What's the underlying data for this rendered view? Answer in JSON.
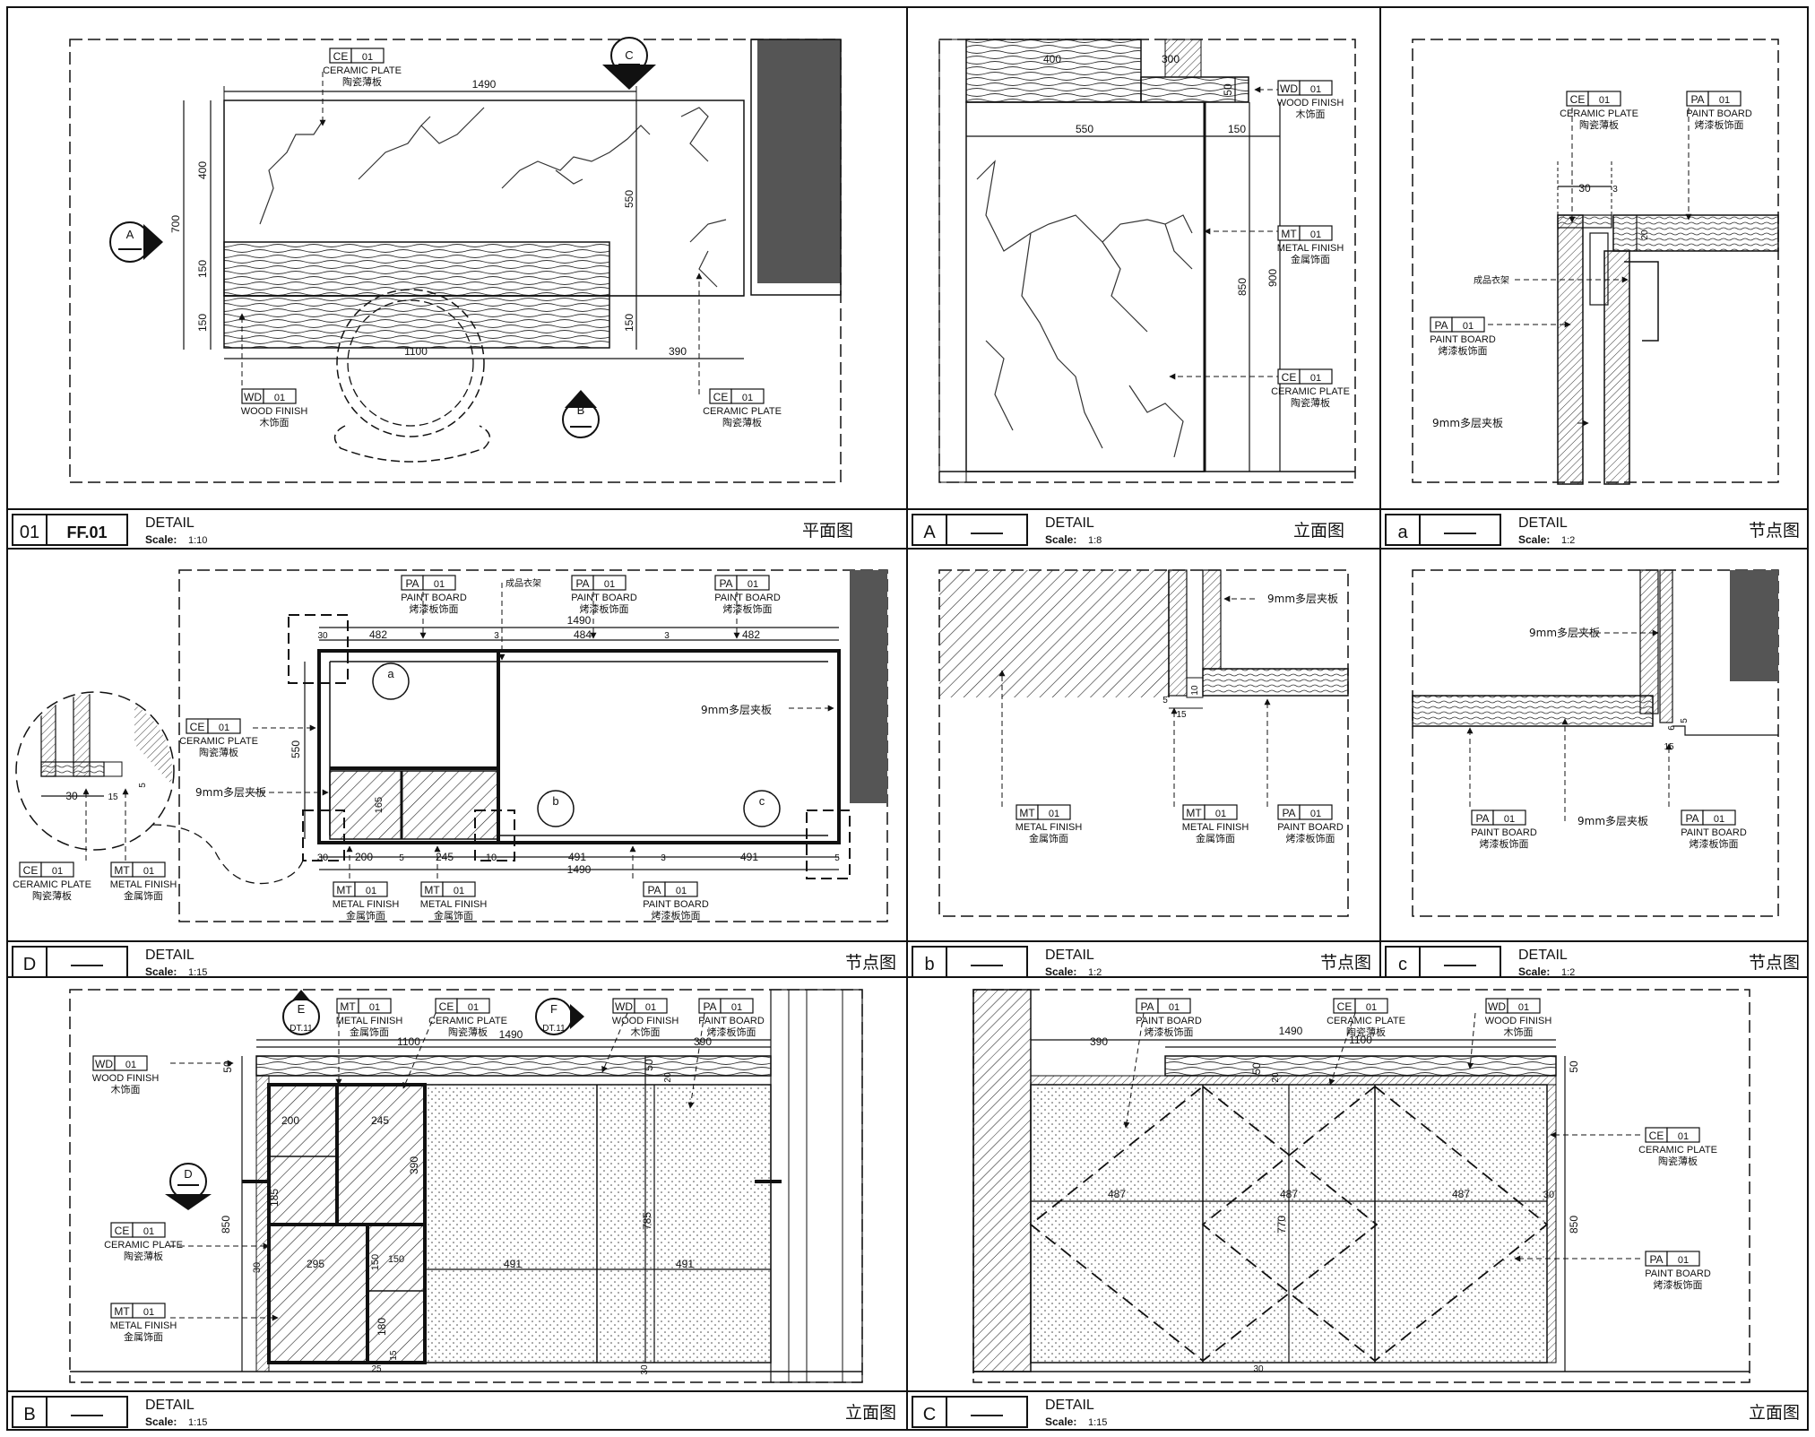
{
  "tags": {
    "ce": {
      "code": "CE",
      "num": "01",
      "en": "CERAMIC PLATE",
      "cn": "陶瓷薄板"
    },
    "pa": {
      "code": "PA",
      "num": "01",
      "en": "PAINT BOARD",
      "cn": "烤漆板饰面"
    },
    "wd": {
      "code": "WD",
      "num": "01",
      "en": "WOOD FINISH",
      "cn": "木饰面"
    },
    "mt": {
      "code": "MT",
      "num": "01",
      "en": "METAL FINISH",
      "cn": "金属饰面"
    }
  },
  "notes": {
    "plywood": "9mm多层夹板",
    "hardware": "成品衣架"
  },
  "panels": {
    "p01": {
      "id": "01",
      "ref": "FF.01",
      "title": "DETAIL",
      "scale_word": "Scale:",
      "scale": "1:10",
      "type": "平面图",
      "dims": {
        "top": "1490",
        "left_total": "700",
        "left_upper": "400",
        "left_mid": "150",
        "left_low": "150",
        "right_550": "550",
        "right_150": "150",
        "bottom": "1100",
        "right_390": "390"
      },
      "markers": {
        "a": "A",
        "b": "B",
        "c": "C"
      }
    },
    "pA": {
      "id": "A",
      "ref": "——",
      "title": "DETAIL",
      "scale_word": "Scale:",
      "scale": "1:8",
      "type": "立面图",
      "dims": {
        "d400": "400",
        "d300": "300",
        "d50": "50",
        "d550": "550",
        "d150": "150",
        "d850": "850",
        "d900": "900"
      }
    },
    "pa": {
      "id": "a",
      "ref": "——",
      "title": "DETAIL",
      "scale_word": "Scale:",
      "scale": "1:2",
      "type": "节点图",
      "dims": {
        "d30": "30",
        "d3": "3",
        "d20": "20"
      }
    },
    "pD": {
      "id": "D",
      "ref": "——",
      "title": "DETAIL",
      "scale_word": "Scale:",
      "scale": "1:15",
      "type": "节点图",
      "dims": {
        "top": "1490",
        "t482a": "482",
        "t3a": "3",
        "t484": "484",
        "t3b": "3",
        "t482b": "482",
        "t30": "30",
        "left550": "550",
        "d165": "165",
        "b30": "30",
        "b200": "200",
        "b5": "5",
        "b245": "245",
        "b10": "10",
        "b491a": "491",
        "b3": "3",
        "b491b": "491",
        "b5r": "5",
        "bottom": "1490",
        "c30": "30",
        "c15": "15",
        "c5": "5"
      },
      "bubbles": {
        "a": "a",
        "b": "b",
        "c": "c"
      }
    },
    "pb": {
      "id": "b",
      "ref": "——",
      "title": "DETAIL",
      "scale_word": "Scale:",
      "scale": "1:2",
      "type": "节点图",
      "dims": {
        "d5": "5",
        "d10": "10",
        "d15": "15"
      }
    },
    "pc": {
      "id": "c",
      "ref": "——",
      "title": "DETAIL",
      "scale_word": "Scale:",
      "scale": "1:2",
      "type": "节点图",
      "dims": {
        "d6": "6",
        "d5": "5",
        "d15": "15"
      }
    },
    "pB": {
      "id": "B",
      "ref": "——",
      "title": "DETAIL",
      "scale_word": "Scale:",
      "scale": "1:15",
      "type": "立面图",
      "dims": {
        "d1100": "1100",
        "d1490": "1490",
        "d390": "390",
        "d50": "50",
        "d50r": "50",
        "d20": "20",
        "d200": "200",
        "d245": "245",
        "d390v": "390",
        "d185": "185",
        "d850": "850",
        "d30": "30",
        "d295": "295",
        "d150a": "150",
        "d150b": "150",
        "d180": "180",
        "d491a": "491",
        "d491b": "491",
        "d785": "785",
        "d25": "25",
        "d15": "15",
        "d30b": "30"
      },
      "markers": {
        "e": "E",
        "f": "F",
        "d": "D",
        "e_ref": "DT.11",
        "f_ref": "DT.11"
      }
    },
    "pC": {
      "id": "C",
      "ref": "——",
      "title": "DETAIL",
      "scale_word": "Scale:",
      "scale": "1:15",
      "type": "立面图",
      "dims": {
        "d1490": "1490",
        "d1100": "1100",
        "d390": "390",
        "d50": "50",
        "d50b": "50",
        "d20": "20",
        "d487a": "487",
        "d487b": "487",
        "d487c": "487",
        "d30": "30",
        "d770": "770",
        "d850": "850",
        "d30b": "30"
      }
    }
  }
}
